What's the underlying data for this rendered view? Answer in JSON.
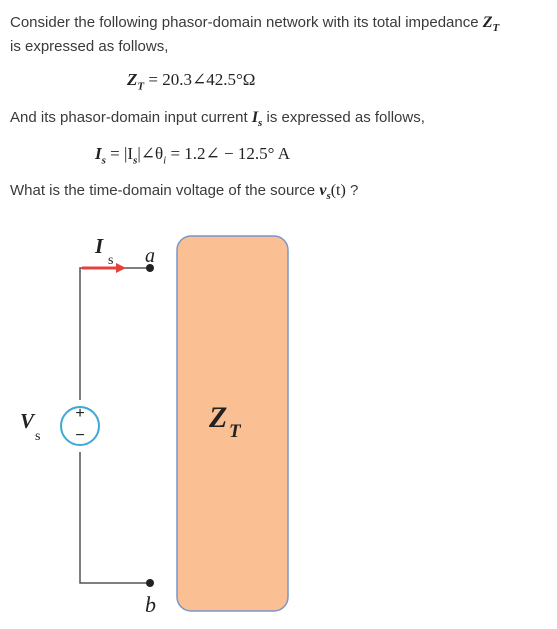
{
  "question": {
    "line1": "Consider the following phasor-domain network with its total impedance",
    "line1_var": "Z",
    "line1_var_sub": "T",
    "line2": "is expressed as follows,",
    "eq1_lhs": "Z",
    "eq1_lhs_sub": "T",
    "eq1_rhs": "= 20.3∠42.5°Ω",
    "line3_a": "And its phasor-domain input current",
    "line3_var": "I",
    "line3_var_sub": "s",
    "line3_b": "is expressed as follows,",
    "eq2_text": "= |I",
    "eq2_lhs": "I",
    "eq2_lhs_sub": "s",
    "eq2_mid_sub": "s",
    "eq2_rhs": "|∠θ",
    "eq2_theta_sub": "i",
    "eq2_value": "= 1.2∠ − 12.5° A",
    "line4_a": "What is the time-domain voltage of the source",
    "line4_var": "v",
    "line4_var_sub": "s",
    "line4_paren": "(t)",
    "line4_b": "?"
  },
  "circuit": {
    "current_label": "I",
    "current_label_sub": "s",
    "node_a": "a",
    "node_b": "b",
    "source_label": "V",
    "source_label_sub": "s",
    "plus": "+",
    "minus": "−",
    "impedance_label": "Z",
    "impedance_label_sub": "T",
    "box_fill": "#fbbf94",
    "box_stroke": "#7a96c8",
    "arrow_color": "#e8413a",
    "source_stroke": "#3da8d8"
  }
}
